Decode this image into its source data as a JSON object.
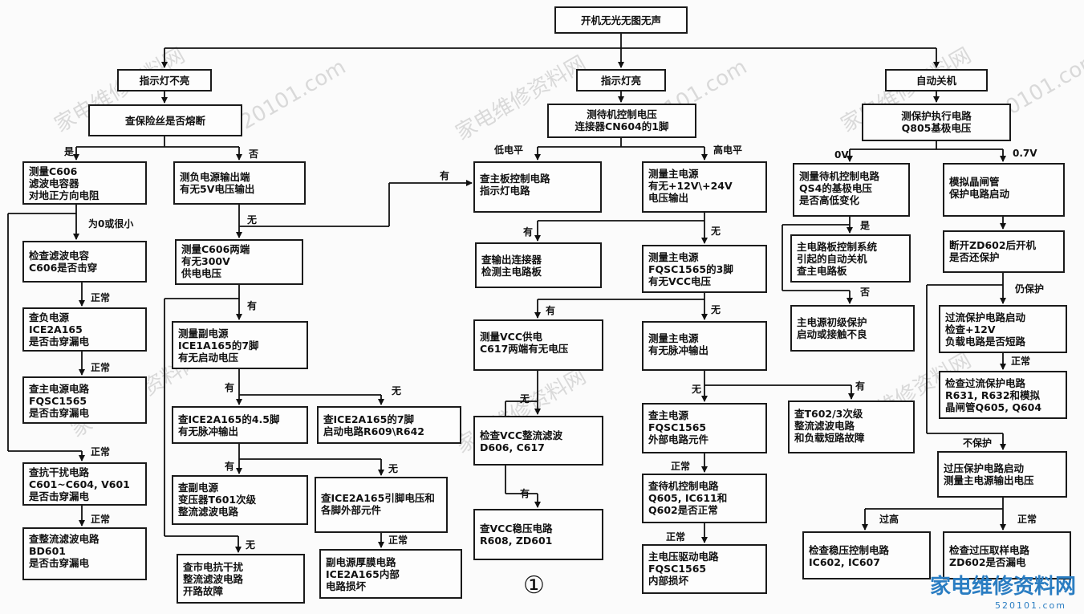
{
  "watermark": "家电维修资料网",
  "watermark2": "520101.com",
  "figure_number": "①",
  "logo": {
    "text": "家电维修资料网",
    "sub": "520101.com"
  },
  "boxes": {
    "root": "开机无光无图无声",
    "l_top": "指示灯不亮",
    "l_fuse": "查保险丝是否熔断",
    "l_c606": "测量C606\n滤波电容器\n对地正方向电阻",
    "l_neg5v": "测负电源输出端\n有无5V电压输出",
    "l_chkcap": "检查滤波电容\nC606是否击穿",
    "l_c606v": "测量C606两端\n有无300V\n供电电压",
    "l_negsrc": "查负电源\nICE2A165\n是否击穿漏电",
    "l_mainsrc": "查主电源电路\nFQSC1565\n是否击穿漏电",
    "l_sub7": "测量副电源\nICE1A165的7脚\n有无启动电压",
    "l_pin45": "查ICE2A165的4.5脚\n有无脉冲输出",
    "l_pin7": "查ICE2A165的7脚\n启动电路R609\\R642",
    "l_emi": "查抗干扰电路\nC601~C604, V601\n是否击穿漏电",
    "l_subxfmr": "查副电源\n变压器T601次级\n整流滤波电路",
    "l_pins": "查ICE2A165引脚电压和\n各脚外部元件",
    "l_bd601": "查整流滤波电路\nBD601\n是否击穿漏电",
    "l_mains": "查市电抗干扰\n整流滤波电路\n开路故障",
    "l_thick": "副电源厚膜电路\nICE2A165内部\n电路损坏",
    "m_top": "指示灯亮",
    "m_cn604": "测待机控制电压\n连接器CN604的1脚",
    "m_ledctl": "查主板控制电路\n指示灯电路",
    "m_mainv": "测量主电源\n有无+12V\\+24V\n电压输出",
    "m_conn": "查输出连接器\n检测主电路板",
    "m_vcc3": "测量主电源\nFQSC1565的3脚\n有无VCC电压",
    "m_c617": "测量VCC供电\nC617两端有无电压",
    "m_pulse": "测量主电源\n有无脉冲输出",
    "m_d606": "检查VCC整流滤波\nD606, C617",
    "m_ext": "查主电源\nFQSC1565\n外部电路元件",
    "m_t602": "查T602/3次级\n整流滤波电路\n和负载短路故障",
    "m_standby": "查待机控制电路\nQ605, IC611和\nQ602是否正常",
    "m_reg": "查VCC稳压电路\nR608, ZD601",
    "m_drive": "主电压驱动电路\nFQSC1565\n内部损坏",
    "r_top": "自动关机",
    "r_q805": "测保护执行电路\nQ805基极电压",
    "r_qs4": "测量待机控制电路\nQS4的基极电压\n是否高低变化",
    "r_scr": "模拟晶闸管\n保护电路启动",
    "r_board": "主电路板控制系统\n引起的自动关机\n查主电路板",
    "r_zd602": "断开ZD602后开机\n是否还保护",
    "r_primary": "主电源初级保护\n启动或接触不良",
    "r_ocp": "过流保护电路启动\n检查+12V\n负载电路是否短路",
    "r_r631": "检查过流保护电路\nR631, R632和模拟\n晶闸管Q605, Q604",
    "r_ovp": "过压保护电路启动\n测量主电源输出电压",
    "r_ic602": "检查稳压控制电路\nIC602, IC607",
    "r_sample": "检查过压取样电路\nZD602是否漏电"
  },
  "labels": {
    "yes1": "是",
    "no1": "否",
    "low0": "为0或很小",
    "normal1": "正常",
    "normal2": "正常",
    "normal3": "正常",
    "normal4": "正常",
    "none1": "无",
    "has1": "有",
    "has2": "有",
    "none2": "无",
    "has3": "有",
    "none3": "无",
    "none4": "无",
    "normal5": "正常",
    "you_left": "有",
    "low_level": "低电平",
    "high_level": "高电平",
    "has4": "有",
    "none5": "无",
    "has5": "有",
    "none6": "无",
    "none7": "无",
    "has6": "有",
    "has7": "有",
    "normal6": "正常",
    "normal7": "正常",
    "v0": "0V",
    "v07": "0.7V",
    "shi": "是",
    "fou": "否",
    "still": "仍保护",
    "normal8": "正常",
    "noprot": "不保护",
    "toohigh": "过高",
    "normal9": "正常"
  }
}
